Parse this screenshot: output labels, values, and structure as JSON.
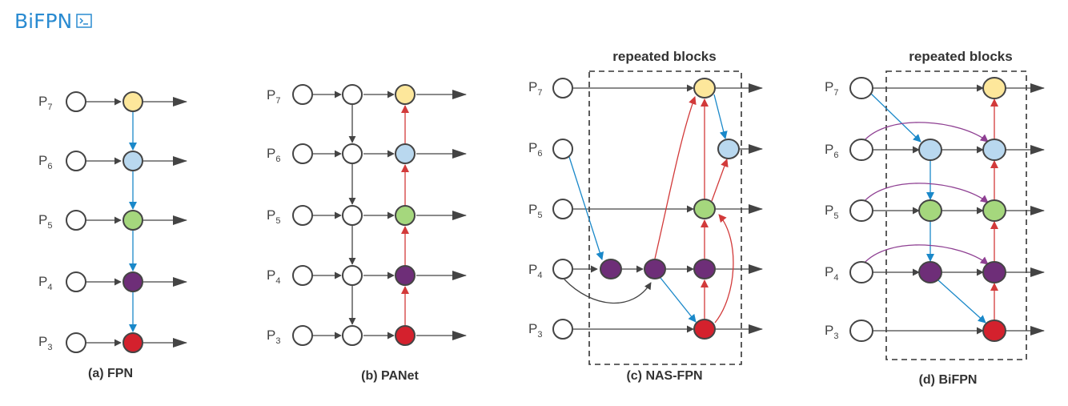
{
  "header": {
    "title": "BiFPN",
    "icon": "terminal-icon"
  },
  "colors": {
    "title_blue": "#2a8bd1",
    "yellow": "#fde79b",
    "light_blue": "#b9d8ef",
    "green": "#a5d77d",
    "purple": "#6e2e78",
    "red": "#d4212d",
    "white": "#ffffff",
    "blue_edge": "#1a88c9",
    "red_edge": "#d23a3a",
    "purple_edge": "#8e3f92",
    "gray_edge": "#444444"
  },
  "levels": [
    {
      "base": "P",
      "sub": "7"
    },
    {
      "base": "P",
      "sub": "6"
    },
    {
      "base": "P",
      "sub": "5"
    },
    {
      "base": "P",
      "sub": "4"
    },
    {
      "base": "P",
      "sub": "3"
    }
  ],
  "panels": [
    {
      "id": "fpn",
      "caption": "(a) FPN"
    },
    {
      "id": "panet",
      "caption": "(b) PANet"
    },
    {
      "id": "nasfpn",
      "caption": "(c) NAS-FPN",
      "box_label": "repeated blocks"
    },
    {
      "id": "bifpn",
      "caption": "(d) BiFPN",
      "box_label": "repeated blocks"
    }
  ]
}
